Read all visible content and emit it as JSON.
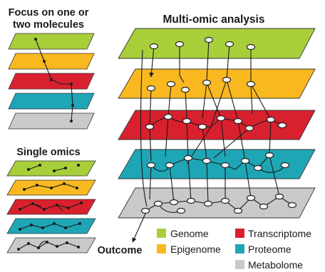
{
  "titles": {
    "focus_line1": "Focus on one or",
    "focus_line2": "two molecules",
    "single": "Single omics",
    "multi": "Multi-omic analysis",
    "outcome": "Outcome"
  },
  "legend": [
    {
      "label": "Genome",
      "color": "#a8cf3a"
    },
    {
      "label": "Transcriptome",
      "color": "#d8202e"
    },
    {
      "label": "Epigenome",
      "color": "#f9b820"
    },
    {
      "label": "Proteome",
      "color": "#1ea6b6"
    },
    {
      "label": "Metabolome",
      "color": "#c9c9c9"
    }
  ],
  "colors": {
    "genome": "#a8cf3a",
    "epigenome": "#f9b820",
    "transcriptome": "#d8202e",
    "proteome": "#1ea6b6",
    "metabolome": "#c9c9c9"
  }
}
